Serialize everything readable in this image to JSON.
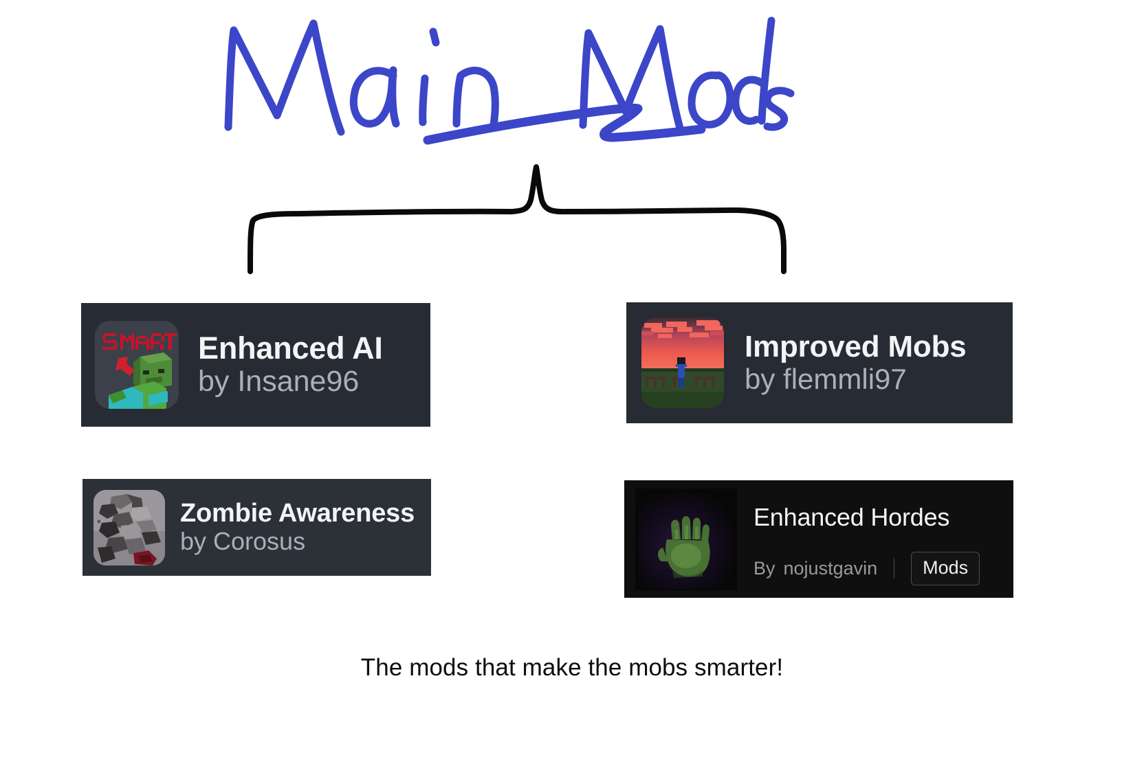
{
  "title": {
    "text": "Main Mods",
    "style": "handwritten",
    "ink_color": "#3b46c8",
    "underline": true
  },
  "connector": {
    "name": "hand-drawn-brace",
    "color": "#0a0a0a"
  },
  "cards": [
    {
      "id": "enhanced-ai",
      "title": "Enhanced AI",
      "author": "by Insane96",
      "background": "#272b33",
      "title_color": "#f2f4f7",
      "author_color": "#a9b0ba",
      "icon": {
        "name": "smart-zombie-icon",
        "label": "SMART",
        "label_color": "#c8122a",
        "arrow_color": "#d0202e",
        "zombie_skin": "#4f8c3a",
        "zombie_shirt": "#2fb8bd"
      }
    },
    {
      "id": "improved-mobs",
      "title": "Improved Mobs",
      "author": "by flemmli97",
      "background": "#272b33",
      "title_color": "#f2f4f7",
      "author_color": "#a9b0ba",
      "icon": {
        "name": "sunset-field-icon",
        "sky_top": "#3a2a33",
        "sky_mid": "#d8505a",
        "sky_low": "#ef5b4e",
        "cloud_color": "#f2665c",
        "ground_color": "#2f4a2a",
        "fence_color": "#4a3326",
        "player_color": "#2a4fb0"
      }
    },
    {
      "id": "zombie-awareness",
      "title": "Zombie Awareness",
      "author": "by Corosus",
      "background": "#2c3037",
      "title_color": "#f4f6f8",
      "author_color": "#a8aeb6",
      "icon": {
        "name": "stone-rubble-icon",
        "stone_light": "#a8a5a8",
        "stone_dark": "#3a3436",
        "blood_color": "#7a1620"
      }
    },
    {
      "id": "enhanced-hordes",
      "title": "Enhanced Hordes",
      "author_prefix": "By",
      "author": "nojustgavin",
      "badge": "Mods",
      "background": "#0f0f0f",
      "title_color": "#f4f4f4",
      "author_color": "#9a9a9a",
      "badge_border": "#4d4d4d",
      "icon": {
        "name": "zombie-hand-icon",
        "hand_color": "#4d7a36",
        "backdrop": "#090909",
        "purple_glow": "#1a0f28"
      }
    }
  ],
  "caption": {
    "text": "The mods that make the mobs smarter!",
    "color": "#0d0d0d"
  }
}
